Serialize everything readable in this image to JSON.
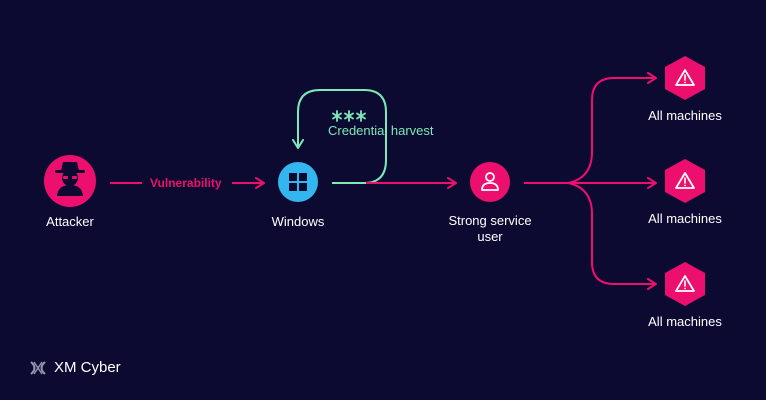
{
  "colors": {
    "background": "#0c0a31",
    "accent_pink": "#ec0f6e",
    "accent_cyan": "#33b5f0",
    "accent_green": "#7ee8b8",
    "text": "#ffffff"
  },
  "nodes": {
    "attacker": {
      "label": "Attacker",
      "icon": "hacker-icon"
    },
    "windows": {
      "label": "Windows",
      "icon": "windows-logo-icon"
    },
    "service_user": {
      "label_line1": "Strong service",
      "label_line2": "user",
      "icon": "user-icon"
    },
    "targets": [
      {
        "label": "All machines",
        "icon": "warning-icon"
      },
      {
        "label": "All machines",
        "icon": "warning-icon"
      },
      {
        "label": "All machines",
        "icon": "warning-icon"
      }
    ]
  },
  "edges": {
    "vulnerability": {
      "label": "Vulnerability"
    },
    "credential_harvest": {
      "label": "Credential harvest",
      "symbol": "***"
    }
  },
  "brand": {
    "name": "XM Cyber",
    "icon": "xm-cyber-logo-icon"
  }
}
